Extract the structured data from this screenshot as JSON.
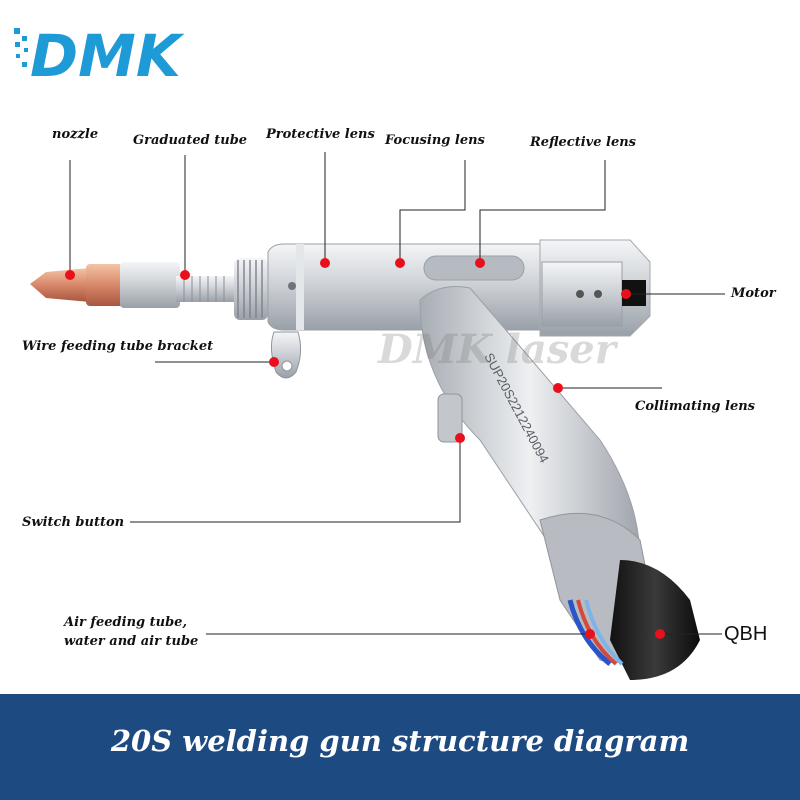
{
  "brand": {
    "logo_text": "DMK",
    "accent_color": "#1e9bd7",
    "watermark": "DMK laser"
  },
  "labels": {
    "nozzle": "nozzle",
    "graduated_tube": "Graduated tube",
    "protective_lens": "Protective lens",
    "focusing_lens": "Focusing lens",
    "reflective_lens": "Reflective lens",
    "motor": "Motor",
    "wire_feeding_tube_bracket": "Wire feeding tube bracket",
    "collimating_lens": "Collimating lens",
    "switch_button": "Switch button",
    "air_feeding_tube_line1": "Air feeding tube,",
    "air_feeding_tube_line2": "water and air tube",
    "qbh": "QBH"
  },
  "device": {
    "serial_engraving": "SUP20S2212240094"
  },
  "footer": {
    "title": "20S welding gun structure diagram",
    "background_color": "#1e4a82"
  },
  "marker_color": "#e8101c"
}
